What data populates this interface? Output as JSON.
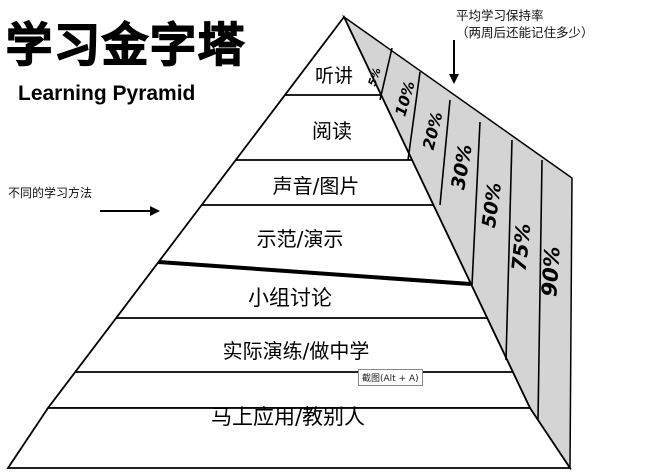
{
  "title_cn": "学习金字塔",
  "title_en": "Learning Pyramid",
  "side_note": "不同的学习方法",
  "rate_note": {
    "line1": "平均学习保持率",
    "line2": "（两周后还能记住多少）"
  },
  "methods": [
    "听讲",
    "阅读",
    "声音/图片",
    "示范/演示",
    "小组讨论",
    "实际演练/做中学",
    "马上应用/教别人"
  ],
  "rates": [
    "5%",
    "10%",
    "20%",
    "30%",
    "50%",
    "75%",
    "90%"
  ],
  "tooltip": "截图(Alt + A)",
  "colors": {
    "face": "#ffffff",
    "side": "#d4d4d4",
    "line": "#000000"
  }
}
